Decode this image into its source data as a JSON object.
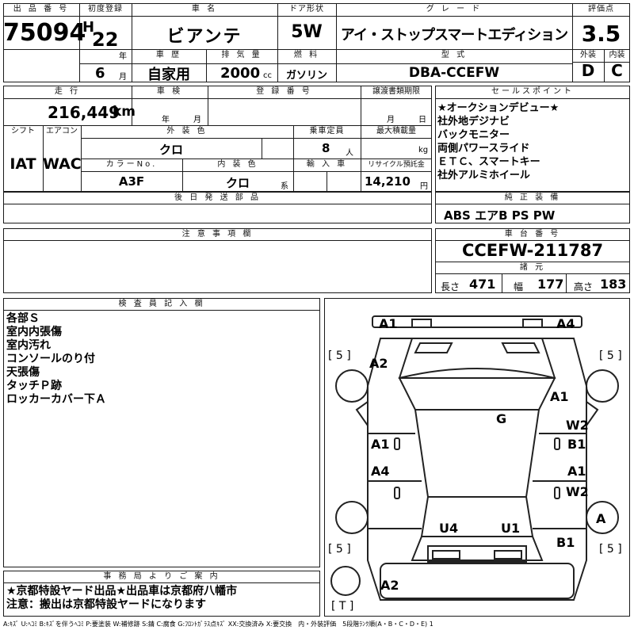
{
  "header": {
    "lot_label": "出 品 番 号",
    "lot_number": "75094",
    "reg_label": "初度登録",
    "era": "H",
    "year": "22",
    "year_unit": "年",
    "month": "6",
    "month_unit": "月",
    "car_name_label": "車 名",
    "car_name": "ビアンテ",
    "door_label": "ドア形状",
    "door": "5W",
    "grade_label": "グ レ ー ド",
    "grade": "アイ・ストップスマートエディション",
    "history_label": "車 歴",
    "history": "自家用",
    "displacement_label": "排 気 量",
    "displacement": "2000",
    "displacement_unit": "cc",
    "fuel_label": "燃 料",
    "fuel": "ガソリン",
    "model_label": "型 式",
    "model": "DBA-CCEFW",
    "score_label": "評価点",
    "score": "3.5",
    "ext_label": "外装",
    "ext": "D",
    "int_label": "内装",
    "int": "C"
  },
  "mid": {
    "mileage_label": "走 行",
    "mileage": "216,449",
    "mileage_unit": "km",
    "inspection_label": "車 検",
    "inspection_year": "年",
    "inspection_month": "月",
    "plate_label": "登 録 番 号",
    "transfer_label": "譲渡書類期限",
    "transfer_month": "月",
    "transfer_day": "日",
    "shift_label": "シフト",
    "shift": "IAT",
    "ac_label": "エアコン",
    "ac": "WAC",
    "ext_color_label": "外 装 色",
    "ext_color": "クロ",
    "capacity_label": "乗車定員",
    "capacity": "8",
    "capacity_unit": "人",
    "load_label": "最大積載量",
    "load_unit": "kg",
    "color_no_label": "カラーNo.",
    "color_no": "A3F",
    "int_color_label": "内 装 色",
    "int_color": "クロ",
    "int_color_unit": "系",
    "import_label": "輸 入 車",
    "recycle_label": "リサイクル預託金",
    "recycle": "14,210",
    "recycle_unit": "円"
  },
  "sales_points": {
    "label": "セールスポイント",
    "lines": [
      "★オークションデビュー★",
      "社外地デジナビ",
      "バックモニター",
      "両側パワースライド",
      "ＥＴＣ、スマートキー",
      "社外アルミホイール"
    ]
  },
  "later_parts": {
    "label": "後 日 発 送 部 品"
  },
  "equipment": {
    "label": "純 正 装 備",
    "value": "ABS エアB PS PW"
  },
  "notes": {
    "label": "注 意 事 項 欄"
  },
  "chassis": {
    "label": "車 台 番 号",
    "value": "CCEFW-211787",
    "dims_label": "諸 元",
    "length_label": "長さ",
    "length": "471",
    "width_label": "幅",
    "width": "177",
    "height_label": "高さ",
    "height": "183"
  },
  "inspector": {
    "label": "検 査 員 記 入 欄",
    "lines": [
      "各部Ｓ",
      "室内内張傷",
      "室内汚れ",
      "コンソールのり付",
      "天張傷",
      "タッチＰ跡",
      "ロッカーカバー下Ａ"
    ]
  },
  "office": {
    "label": "事 務 局 よ り ご 案 内",
    "lines": [
      "★京都特設ヤード出品★出品車は京都府八幡市",
      "注意：搬出は京都特設ヤードになります"
    ]
  },
  "legend": "A:ｷｽﾞ U:ﾍｺﾐ B:ｷｽﾞを伴うﾍｺﾐ P:要塗装 W:補修跡 S:錆 C:腐食 G:ﾌﾛﾝﾄｶﾞﾗｽ点ｷｽﾞ XX:交換済み X:要交換　内・外装評価　5段階ﾗﾝｸ順(A・B・C・D・E) 1",
  "diagram": {
    "tire_fl": "[ 5 ]",
    "tire_fr": "[ 5 ]",
    "tire_rl": "[ 5 ]",
    "tire_rr": "[ 5 ]",
    "spare": "[ T ]",
    "marks": {
      "front_left": "A1",
      "front_right": "A4",
      "fender_l": "A2",
      "fender_r": "A1",
      "glass": "G",
      "door_fl": "A1",
      "door_fr": "W2",
      "door_fr2": "B1",
      "door_rl": "A4",
      "door_rr": "A1",
      "door_rr2": "W2",
      "rear_l": "U4",
      "rear_r": "U1",
      "quarter_r": "A",
      "rear_r2": "B1",
      "bumper_rear": "A2"
    }
  }
}
